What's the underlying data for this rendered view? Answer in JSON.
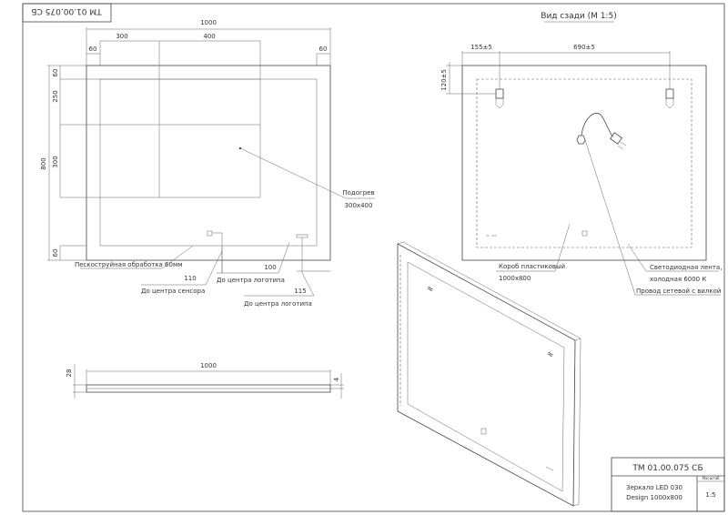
{
  "stamp_mirrored": "ТМ 01.00.075 СБ",
  "front": {
    "dim_total_width": "1000",
    "dim_300": "300",
    "dim_400": "400",
    "dim_60_left": "60",
    "dim_60_right": "60",
    "dim_height_800": "800",
    "dim_60_top": "60",
    "dim_250": "250",
    "dim_300_vert": "300",
    "dim_60_bottom": "60",
    "dim_110": "110",
    "dim_100": "100",
    "dim_115": "115"
  },
  "labels": {
    "sandblast": "Пескоструйная обработка 60мм",
    "sensor_center": "До центра сенсора",
    "logo_center_1": "До центра логотипа",
    "logo_center_2": "До центра логотипа",
    "heating_line1": "Подогрев",
    "heating_line2": "300х400"
  },
  "back": {
    "title": "Вид сзади (М 1:5)",
    "dim_155": "155±5",
    "dim_690": "690±5",
    "dim_120": "120±5",
    "plastic_box_1": "Короб пластиковый",
    "plastic_box_2": "1000х800",
    "led_strip_1": "Светодиодная лента,",
    "led_strip_2": "холодная 6000 К",
    "power_cord": "Провод сетевой с вилкой"
  },
  "side": {
    "dim_width": "1000",
    "dim_28": "28",
    "dim_4": "4"
  },
  "title_block": {
    "code": "ТМ 01.00.075 СБ",
    "name_line1": "Зеркало LED 030",
    "name_line2": "Design 1000х800",
    "scale_header": "Масштаб",
    "scale_value": "1:5"
  }
}
